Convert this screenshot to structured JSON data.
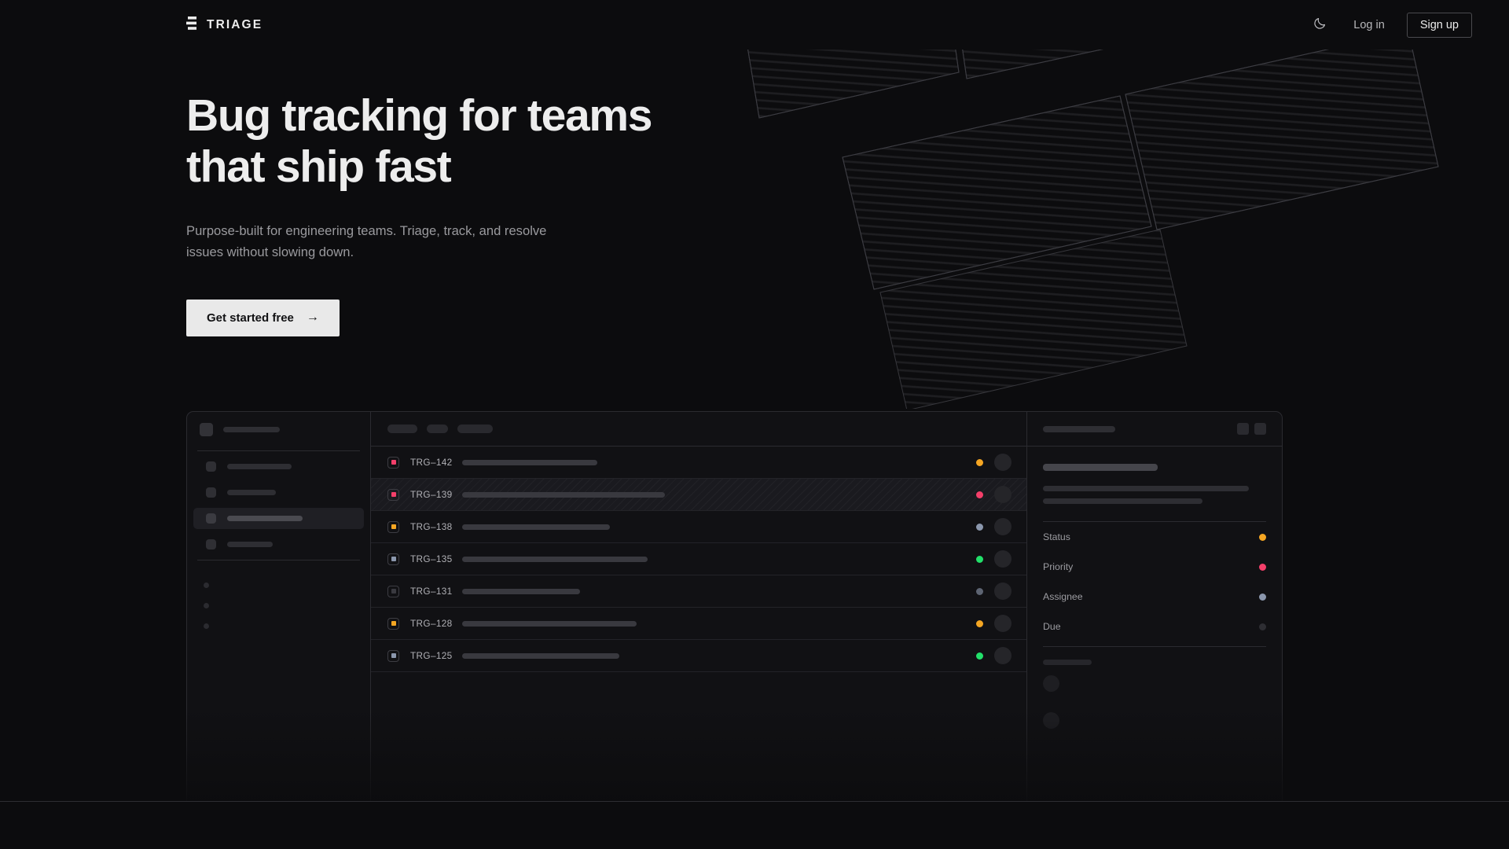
{
  "brand": {
    "name": "TRIAGE",
    "logo_icon": "stacked-bars-logo-icon"
  },
  "nav": {
    "theme_toggle_icon": "moon-icon",
    "login_label": "Log in",
    "signup_label": "Sign up"
  },
  "hero": {
    "headline_line1": "Bug tracking for teams",
    "headline_line2": "that ship fast",
    "subheading": "Purpose-built for engineering teams. Triage, track, and resolve issues without slowing down.",
    "cta_label": "Get started free",
    "cta_arrow": "→"
  },
  "colors": {
    "page_bg": "#0c0c0e",
    "panel_bg": "#111114",
    "border": "#2b2b30",
    "text_primary": "#ededed",
    "text_muted": "#9a9a9e",
    "accent_orange": "#f5a623",
    "accent_pink": "#f43f6a",
    "accent_green": "#22e06a",
    "accent_slate": "#8b97ad",
    "accent_dim": "#3a3a40",
    "cta_bg": "#e9e9e9"
  },
  "mockup": {
    "sidebar": {
      "header_icon": "workspace-icon",
      "nav_items": [
        {
          "active": false,
          "width": 82
        },
        {
          "active": false,
          "width": 62
        },
        {
          "active": true,
          "width": 96
        },
        {
          "active": false,
          "width": 58
        }
      ],
      "section_label_width": 52,
      "sub_items": 3
    },
    "list": {
      "filter_chips": [
        38,
        27,
        45
      ],
      "rows": [
        {
          "id": "TRG–142",
          "priority_color": "#f43f6a",
          "status_color": "#f5a623",
          "title_width": 172,
          "selected": false
        },
        {
          "id": "TRG–139",
          "priority_color": "#f43f6a",
          "status_color": "#f43f6a",
          "title_width": 258,
          "selected": true
        },
        {
          "id": "TRG–138",
          "priority_color": "#f5a623",
          "status_color": "#8b97ad",
          "title_width": 188,
          "selected": false
        },
        {
          "id": "TRG–135",
          "priority_color": "#8b97ad",
          "status_color": "#22e06a",
          "title_width": 236,
          "selected": false
        },
        {
          "id": "TRG–131",
          "priority_color": "#3a3a40",
          "status_color": "#5d6472",
          "title_width": 150,
          "selected": false
        },
        {
          "id": "TRG–128",
          "priority_color": "#f5a623",
          "status_color": "#f5a623",
          "title_width": 222,
          "selected": false
        },
        {
          "id": "TRG–125",
          "priority_color": "#8b97ad",
          "status_color": "#22e06a",
          "title_width": 200,
          "selected": false
        }
      ]
    },
    "detail": {
      "header_title_width": 92,
      "action_buttons": 2,
      "title_width": 146,
      "desc_lines": [
        262,
        203
      ],
      "meta": [
        {
          "label": "Status",
          "color": "#f5a623"
        },
        {
          "label": "Priority",
          "color": "#f43f6a"
        },
        {
          "label": "Assignee",
          "color": "#8b97ad"
        },
        {
          "label": "Due",
          "color": "#2e2e33"
        }
      ],
      "activity_label_width": 62,
      "activity_rows": 2
    }
  }
}
